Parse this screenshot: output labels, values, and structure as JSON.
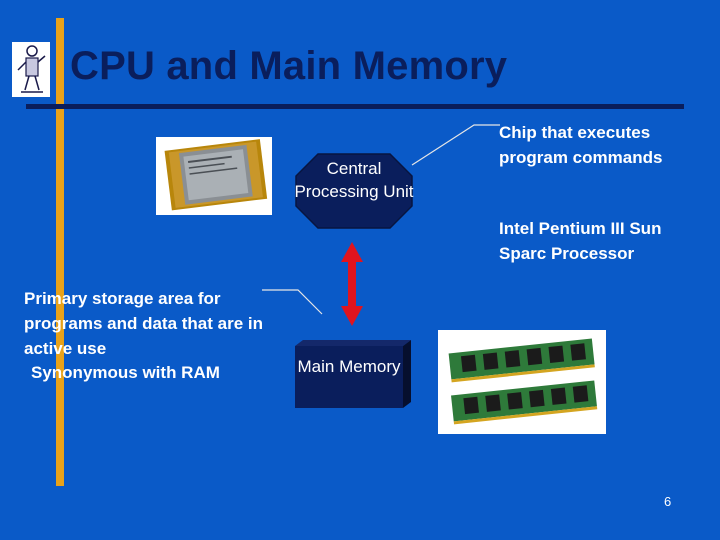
{
  "slide": {
    "title": "CPU and Main Memory",
    "page_number": "6"
  },
  "cpu_box": {
    "label": "Central Processing Unit"
  },
  "memory_box": {
    "label": "Main Memory"
  },
  "callouts": {
    "chip_description": "Chip that executes program commands",
    "chip_examples": "Intel Pentium III Sun Sparc Processor",
    "primary_storage": "Primary storage area for programs and data that are in active use",
    "ram_synonym": "Synonymous with RAM"
  },
  "colors": {
    "background": "#0a5ac8",
    "title": "#0a1e5c",
    "accent_bar": "#e8a21a",
    "arrow": "#e0141e"
  }
}
